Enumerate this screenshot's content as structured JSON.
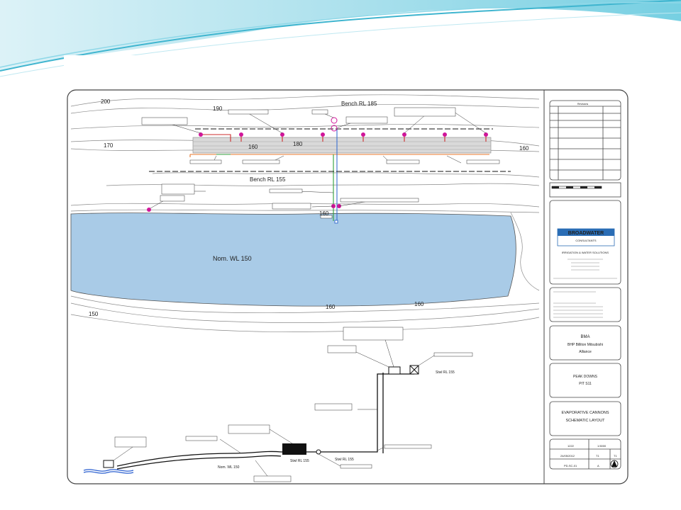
{
  "drawing": {
    "bench_top": "Bench RL 185",
    "bench_mid": "Bench RL 155",
    "water_level": "Nom. WL 150",
    "contours": [
      "200",
      "190",
      "180",
      "170",
      "160",
      "160",
      "160",
      "150",
      "160",
      "160"
    ],
    "pump_label": "Stwl RL 155",
    "valve_label": "Stwl RL 155",
    "outlet_label": "Stwl RL 155",
    "lower_wl": "Nom. WL 150"
  },
  "title_block": {
    "revisions_heading": "Revisions",
    "company": "BROADWATER",
    "company_sub": "CONSULTANTS",
    "tagline": "IRRIGATION & WATER SOLUTIONS",
    "client_lines": [
      "BMA",
      "BHP Billiton Mitsubishi",
      "Alliance"
    ],
    "project_lines": [
      "PEAK DOWNS",
      "PIT S11"
    ],
    "title_lines": [
      "EVAPORATIVE CANNONS",
      "SCHEMATIC LAYOUT"
    ],
    "job_no": "1222",
    "scale": "1:5000",
    "date": "24/05/2012",
    "size": "T1",
    "drawing_no": "PD-SC-01",
    "rev": "A"
  },
  "colors": {
    "water": "#a9cbe7",
    "cannon": "#d0169a",
    "pipe": "#e8762a",
    "header_band": "#8fd8e8"
  }
}
